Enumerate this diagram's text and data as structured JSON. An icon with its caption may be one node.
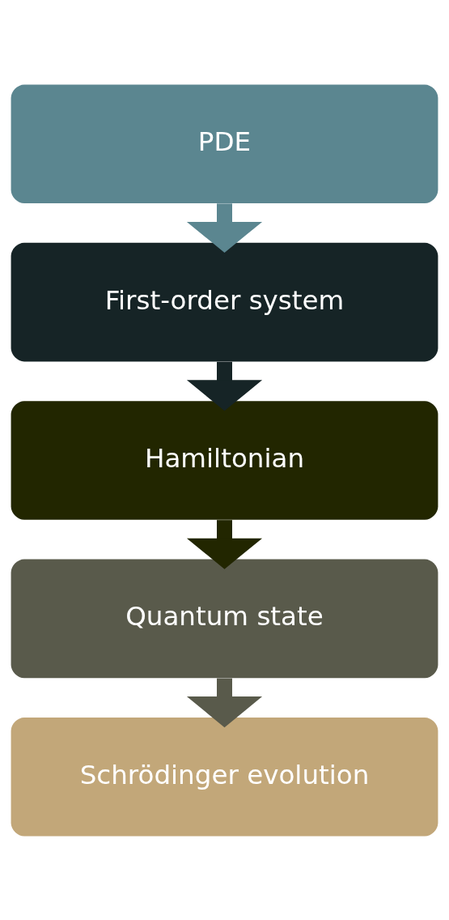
{
  "diagram": {
    "nodes": [
      {
        "text": [
          "PDE"
        ]
      },
      {
        "text": [
          "First-order system"
        ]
      },
      {
        "text": [
          "Hamiltonian"
        ]
      },
      {
        "text": [
          "Quantum state"
        ]
      },
      {
        "text": [
          "Schrödinger evolution"
        ]
      }
    ],
    "edges": [
      {
        "from": 0,
        "to": 1,
        "arrow": "to",
        "color": "#5b8690"
      },
      {
        "from": 1,
        "to": 2,
        "arrow": "to",
        "color": "#162426"
      },
      {
        "from": 2,
        "to": 3,
        "arrow": "to",
        "color": "#222600"
      },
      {
        "from": 3,
        "to": 4,
        "arrow": "to",
        "color": "#595a4b"
      }
    ]
  }
}
